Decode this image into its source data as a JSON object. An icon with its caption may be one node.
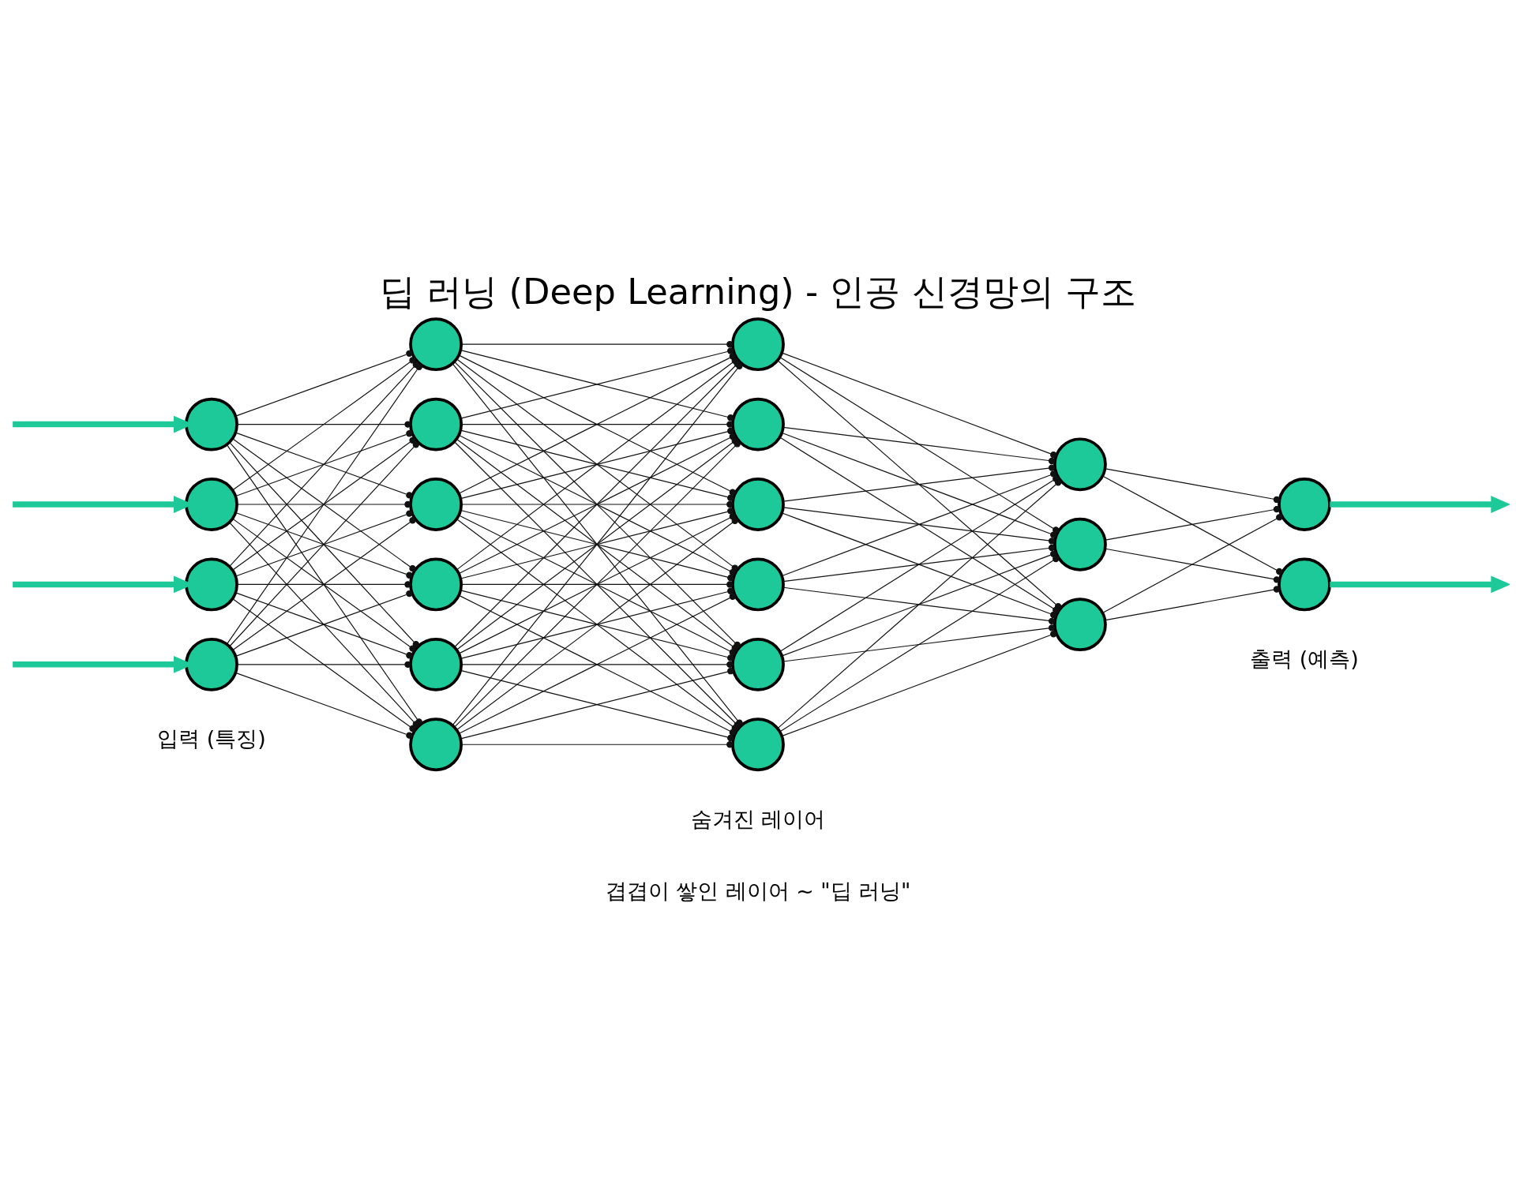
{
  "diagram": {
    "title": "딥 러닝 (Deep Learning) - 인공 신경망의 구조",
    "nodes": [
      {
        "text": [],
        "shape": "circle"
      },
      {
        "text": [],
        "shape": "circle"
      },
      {
        "text": [],
        "shape": "circle"
      },
      {
        "text": [],
        "shape": "circle"
      },
      {
        "text": [],
        "shape": "circle"
      },
      {
        "text": [],
        "shape": "circle"
      },
      {
        "text": [],
        "shape": "circle"
      },
      {
        "text": [],
        "shape": "circle"
      },
      {
        "text": [],
        "shape": "circle"
      },
      {
        "text": [],
        "shape": "circle"
      },
      {
        "text": [],
        "shape": "circle"
      },
      {
        "text": [],
        "shape": "circle"
      },
      {
        "text": [],
        "shape": "circle"
      },
      {
        "text": [],
        "shape": "circle"
      },
      {
        "text": [],
        "shape": "circle"
      },
      {
        "text": [],
        "shape": "circle"
      },
      {
        "text": [],
        "shape": "circle"
      },
      {
        "text": [],
        "shape": "circle"
      },
      {
        "text": [],
        "shape": "circle"
      },
      {
        "text": [],
        "shape": "circle"
      },
      {
        "text": [],
        "shape": "circle"
      }
    ],
    "edges": [
      {
        "from": null,
        "to": 0,
        "arrow": "to",
        "style": "thick",
        "color": "#1ec999"
      },
      {
        "from": null,
        "to": 1,
        "arrow": "to",
        "style": "thick",
        "color": "#1ec999"
      },
      {
        "from": null,
        "to": 2,
        "arrow": "to",
        "style": "thick",
        "color": "#1ec999"
      },
      {
        "from": null,
        "to": 3,
        "arrow": "to",
        "style": "thick",
        "color": "#1ec999"
      },
      {
        "from": 0,
        "to": 4,
        "arrow": "other"
      },
      {
        "from": 0,
        "to": 5,
        "arrow": "other"
      },
      {
        "from": 0,
        "to": 6,
        "arrow": "other"
      },
      {
        "from": 0,
        "to": 7,
        "arrow": "other"
      },
      {
        "from": 0,
        "to": 8,
        "arrow": "other"
      },
      {
        "from": 0,
        "to": 9,
        "arrow": "other"
      },
      {
        "from": 1,
        "to": 4,
        "arrow": "other"
      },
      {
        "from": 1,
        "to": 5,
        "arrow": "other"
      },
      {
        "from": 1,
        "to": 6,
        "arrow": "other"
      },
      {
        "from": 1,
        "to": 7,
        "arrow": "other"
      },
      {
        "from": 1,
        "to": 8,
        "arrow": "other"
      },
      {
        "from": 1,
        "to": 9,
        "arrow": "other"
      },
      {
        "from": 2,
        "to": 4,
        "arrow": "other"
      },
      {
        "from": 2,
        "to": 5,
        "arrow": "other"
      },
      {
        "from": 2,
        "to": 6,
        "arrow": "other"
      },
      {
        "from": 2,
        "to": 7,
        "arrow": "other"
      },
      {
        "from": 2,
        "to": 8,
        "arrow": "other"
      },
      {
        "from": 2,
        "to": 9,
        "arrow": "other"
      },
      {
        "from": 3,
        "to": 4,
        "arrow": "other"
      },
      {
        "from": 3,
        "to": 5,
        "arrow": "other"
      },
      {
        "from": 3,
        "to": 6,
        "arrow": "other"
      },
      {
        "from": 3,
        "to": 7,
        "arrow": "other"
      },
      {
        "from": 3,
        "to": 8,
        "arrow": "other"
      },
      {
        "from": 3,
        "to": 9,
        "arrow": "other"
      },
      {
        "from": 4,
        "to": 10,
        "arrow": "other"
      },
      {
        "from": 4,
        "to": 11,
        "arrow": "other"
      },
      {
        "from": 4,
        "to": 12,
        "arrow": "other"
      },
      {
        "from": 4,
        "to": 13,
        "arrow": "other"
      },
      {
        "from": 4,
        "to": 14,
        "arrow": "other"
      },
      {
        "from": 4,
        "to": 15,
        "arrow": "other"
      },
      {
        "from": 5,
        "to": 10,
        "arrow": "other"
      },
      {
        "from": 5,
        "to": 11,
        "arrow": "other"
      },
      {
        "from": 5,
        "to": 12,
        "arrow": "other"
      },
      {
        "from": 5,
        "to": 13,
        "arrow": "other"
      },
      {
        "from": 5,
        "to": 14,
        "arrow": "other"
      },
      {
        "from": 5,
        "to": 15,
        "arrow": "other"
      },
      {
        "from": 6,
        "to": 10,
        "arrow": "other"
      },
      {
        "from": 6,
        "to": 11,
        "arrow": "other"
      },
      {
        "from": 6,
        "to": 12,
        "arrow": "other"
      },
      {
        "from": 6,
        "to": 13,
        "arrow": "other"
      },
      {
        "from": 6,
        "to": 14,
        "arrow": "other"
      },
      {
        "from": 6,
        "to": 15,
        "arrow": "other"
      },
      {
        "from": 7,
        "to": 10,
        "arrow": "other"
      },
      {
        "from": 7,
        "to": 11,
        "arrow": "other"
      },
      {
        "from": 7,
        "to": 12,
        "arrow": "other"
      },
      {
        "from": 7,
        "to": 13,
        "arrow": "other"
      },
      {
        "from": 7,
        "to": 14,
        "arrow": "other"
      },
      {
        "from": 7,
        "to": 15,
        "arrow": "other"
      },
      {
        "from": 8,
        "to": 10,
        "arrow": "other"
      },
      {
        "from": 8,
        "to": 11,
        "arrow": "other"
      },
      {
        "from": 8,
        "to": 12,
        "arrow": "other"
      },
      {
        "from": 8,
        "to": 13,
        "arrow": "other"
      },
      {
        "from": 8,
        "to": 14,
        "arrow": "other"
      },
      {
        "from": 8,
        "to": 15,
        "arrow": "other"
      },
      {
        "from": 9,
        "to": 10,
        "arrow": "other"
      },
      {
        "from": 9,
        "to": 11,
        "arrow": "other"
      },
      {
        "from": 9,
        "to": 12,
        "arrow": "other"
      },
      {
        "from": 9,
        "to": 13,
        "arrow": "other"
      },
      {
        "from": 9,
        "to": 14,
        "arrow": "other"
      },
      {
        "from": 9,
        "to": 15,
        "arrow": "other"
      },
      {
        "from": 10,
        "to": 16,
        "arrow": "other"
      },
      {
        "from": 10,
        "to": 17,
        "arrow": "other"
      },
      {
        "from": 10,
        "to": 18,
        "arrow": "other"
      },
      {
        "from": 11,
        "to": 16,
        "arrow": "other"
      },
      {
        "from": 11,
        "to": 17,
        "arrow": "other"
      },
      {
        "from": 11,
        "to": 18,
        "arrow": "other"
      },
      {
        "from": 12,
        "to": 16,
        "arrow": "other"
      },
      {
        "from": 12,
        "to": 17,
        "arrow": "other"
      },
      {
        "from": 12,
        "to": 18,
        "arrow": "other"
      },
      {
        "from": 13,
        "to": 16,
        "arrow": "other"
      },
      {
        "from": 13,
        "to": 17,
        "arrow": "other"
      },
      {
        "from": 13,
        "to": 18,
        "arrow": "other"
      },
      {
        "from": 14,
        "to": 16,
        "arrow": "other"
      },
      {
        "from": 14,
        "to": 17,
        "arrow": "other"
      },
      {
        "from": 14,
        "to": 18,
        "arrow": "other"
      },
      {
        "from": 15,
        "to": 16,
        "arrow": "other"
      },
      {
        "from": 15,
        "to": 17,
        "arrow": "other"
      },
      {
        "from": 15,
        "to": 18,
        "arrow": "other"
      },
      {
        "from": 16,
        "to": 19,
        "arrow": "other"
      },
      {
        "from": 16,
        "to": 20,
        "arrow": "other"
      },
      {
        "from": 17,
        "to": 19,
        "arrow": "other"
      },
      {
        "from": 17,
        "to": 20,
        "arrow": "other"
      },
      {
        "from": 18,
        "to": 19,
        "arrow": "other"
      },
      {
        "from": 18,
        "to": 20,
        "arrow": "other"
      },
      {
        "from": 19,
        "to": null,
        "arrow": "to",
        "style": "thick",
        "color": "#1ec999"
      },
      {
        "from": 20,
        "to": null,
        "arrow": "to",
        "style": "thick",
        "color": "#1ec999"
      }
    ],
    "labels": [
      "입력 (특징)",
      "숨겨진 레이어",
      "겹겹이 쌓인 레이어 ~ \"딥 러닝\"",
      "출력 (예측)"
    ]
  }
}
